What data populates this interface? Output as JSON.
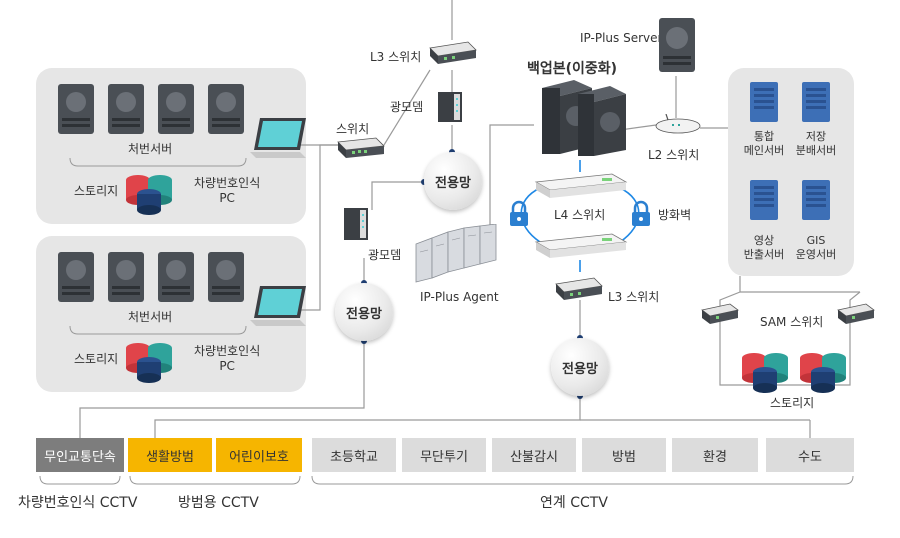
{
  "cctv_categories": {
    "unmanned": "무인교통단속",
    "living_crime": "생활방범",
    "child_protection": "어린이보호",
    "elementary_school": "초등학교",
    "illegal_dumping": "무단투기",
    "forest_fire": "산불감시",
    "crime_prevention": "방범",
    "environment": "환경",
    "water": "수도"
  },
  "cctv_groups": {
    "lpr_cctv": "차량번호인식 CCTV",
    "crime_cctv": "방범용 CCTV",
    "linked_cctv": "연계 CCTV"
  },
  "nodes": {
    "handling_server_top": "처번서버",
    "storage_top": "스토리지",
    "lpr_pc_top": "차량번호인식\nPC",
    "handling_server_bottom": "처번서버",
    "storage_bottom": "스토리지",
    "lpr_pc_bottom": "차량번호인식\nPC",
    "switch": "스위치",
    "l3_switch_top": "L3 스위치",
    "optical_modem_top": "광모뎀",
    "dedicated_line_top": "전용망",
    "optical_modem_left": "광모뎀",
    "dedicated_line_left": "전용망",
    "ip_plus_agent": "IP-Plus Agent",
    "backup_main": "백업본(이중화)",
    "ip_plus_server": "IP-Plus Server",
    "l2_switch": "L2 스위치",
    "l4_switch": "L4 스위치",
    "firewall": "방화벽",
    "l3_switch_bottom": "L3 스위치",
    "dedicated_line_bottom": "전용망",
    "integrated_main_server": "통합\n메인서버",
    "storage_distribution_server": "저장\n분배서버",
    "video_export_server": "영상\n반출서버",
    "gis_operation_server": "GIS\n운영서버",
    "sam_switch": "SAM 스위치",
    "storage_right": "스토리지"
  },
  "colors": {
    "panel_gray": "#e6e6e6",
    "tab_gray": "#dcdcdc",
    "tab_dark": "#7d7d7d",
    "tab_yellow": "#f6b500",
    "server_dark": "#4a4f55",
    "server_blue": "#3d6fb6",
    "storage_red": "#e0444a",
    "storage_teal": "#2fa39b",
    "storage_navy": "#1f3f73",
    "lock_blue": "#2b7fd0",
    "link_blue": "#1e88e5"
  }
}
